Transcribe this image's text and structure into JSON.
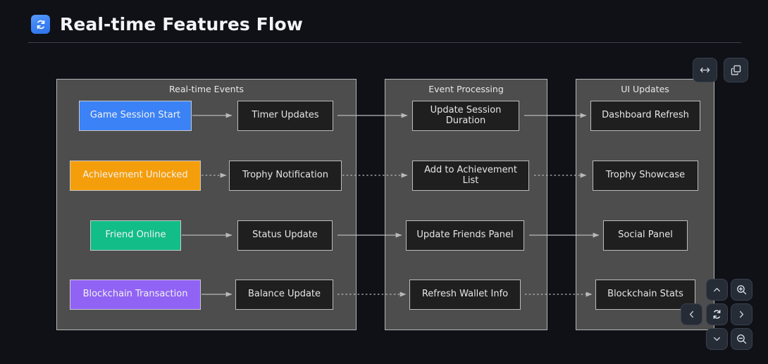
{
  "header": {
    "title": "Real-time Features Flow",
    "icon": "sync-refresh-icon"
  },
  "toolbar": {
    "buttons": [
      {
        "name": "fit-width-button",
        "icon": "horizontal-resize-icon",
        "label": ""
      },
      {
        "name": "copy-button",
        "icon": "copy-icon",
        "label": ""
      }
    ]
  },
  "navpad": {
    "buttons": [
      {
        "name": "pan-up-button",
        "icon": "chevron-up-icon"
      },
      {
        "name": "zoom-in-button",
        "icon": "magnifier-plus-icon"
      },
      {
        "name": "pan-left-button",
        "icon": "chevron-left-icon"
      },
      {
        "name": "reset-view-button",
        "icon": "refresh-icon"
      },
      {
        "name": "pan-right-button",
        "icon": "chevron-right-icon"
      },
      {
        "name": "pan-down-button",
        "icon": "chevron-down-icon"
      },
      {
        "name": "zoom-out-button",
        "icon": "magnifier-minus-icon"
      }
    ]
  },
  "diagram": {
    "type": "flowchart",
    "direction": "left-to-right",
    "clusters": [
      {
        "id": "realtime-events",
        "title": "Real-time Events"
      },
      {
        "id": "event-processing",
        "title": "Event Processing"
      },
      {
        "id": "ui-updates",
        "title": "UI Updates"
      }
    ],
    "nodes": [
      {
        "id": "game-session-start",
        "label": "Game Session Start",
        "cluster": "realtime-events",
        "style": "accent",
        "color": "#3b82f6"
      },
      {
        "id": "timer-updates",
        "label": "Timer Updates",
        "cluster": "realtime-events",
        "style": "plain",
        "color": "#1f1f1f"
      },
      {
        "id": "achievement-unlocked",
        "label": "Achievement Unlocked",
        "cluster": "realtime-events",
        "style": "accent",
        "color": "#f59e0b"
      },
      {
        "id": "trophy-notification",
        "label": "Trophy Notification",
        "cluster": "realtime-events",
        "style": "plain",
        "color": "#1f1f1f"
      },
      {
        "id": "friend-online",
        "label": "Friend Online",
        "cluster": "realtime-events",
        "style": "accent",
        "color": "#13bd87"
      },
      {
        "id": "status-update",
        "label": "Status Update",
        "cluster": "realtime-events",
        "style": "plain",
        "color": "#1f1f1f"
      },
      {
        "id": "blockchain-transaction",
        "label": "Blockchain Transaction",
        "cluster": "realtime-events",
        "style": "accent",
        "color": "#9063f5"
      },
      {
        "id": "balance-update",
        "label": "Balance Update",
        "cluster": "realtime-events",
        "style": "plain",
        "color": "#1f1f1f"
      },
      {
        "id": "update-session-duration",
        "label": "Update Session Duration",
        "cluster": "event-processing",
        "style": "plain",
        "color": "#1f1f1f"
      },
      {
        "id": "add-to-achievement-list",
        "label": "Add to Achievement List",
        "cluster": "event-processing",
        "style": "plain",
        "color": "#1f1f1f"
      },
      {
        "id": "update-friends-panel",
        "label": "Update Friends Panel",
        "cluster": "event-processing",
        "style": "plain",
        "color": "#1f1f1f"
      },
      {
        "id": "refresh-wallet-info",
        "label": "Refresh Wallet Info",
        "cluster": "event-processing",
        "style": "plain",
        "color": "#1f1f1f"
      },
      {
        "id": "dashboard-refresh",
        "label": "Dashboard Refresh",
        "cluster": "ui-updates",
        "style": "plain",
        "color": "#1f1f1f"
      },
      {
        "id": "trophy-showcase",
        "label": "Trophy Showcase",
        "cluster": "ui-updates",
        "style": "plain",
        "color": "#1f1f1f"
      },
      {
        "id": "social-panel",
        "label": "Social Panel",
        "cluster": "ui-updates",
        "style": "plain",
        "color": "#1f1f1f"
      },
      {
        "id": "blockchain-stats",
        "label": "Blockchain Stats",
        "cluster": "ui-updates",
        "style": "plain",
        "color": "#1f1f1f"
      }
    ],
    "edges": [
      {
        "from": "game-session-start",
        "to": "timer-updates"
      },
      {
        "from": "timer-updates",
        "to": "update-session-duration"
      },
      {
        "from": "update-session-duration",
        "to": "dashboard-refresh"
      },
      {
        "from": "achievement-unlocked",
        "to": "trophy-notification"
      },
      {
        "from": "trophy-notification",
        "to": "add-to-achievement-list"
      },
      {
        "from": "add-to-achievement-list",
        "to": "trophy-showcase"
      },
      {
        "from": "friend-online",
        "to": "status-update"
      },
      {
        "from": "status-update",
        "to": "update-friends-panel"
      },
      {
        "from": "update-friends-panel",
        "to": "social-panel"
      },
      {
        "from": "blockchain-transaction",
        "to": "balance-update"
      },
      {
        "from": "balance-update",
        "to": "refresh-wallet-info"
      },
      {
        "from": "refresh-wallet-info",
        "to": "blockchain-stats"
      }
    ]
  },
  "colors": {
    "page_background": "#0f1117",
    "cluster_background": "#4d4d4d",
    "node_background": "#1f1f1f",
    "node_border": "#bcbcbc",
    "edge": "#b9b9b9",
    "accent_blue": "#3b82f6",
    "accent_orange": "#f59e0b",
    "accent_green": "#13bd87",
    "accent_purple": "#9063f5"
  }
}
